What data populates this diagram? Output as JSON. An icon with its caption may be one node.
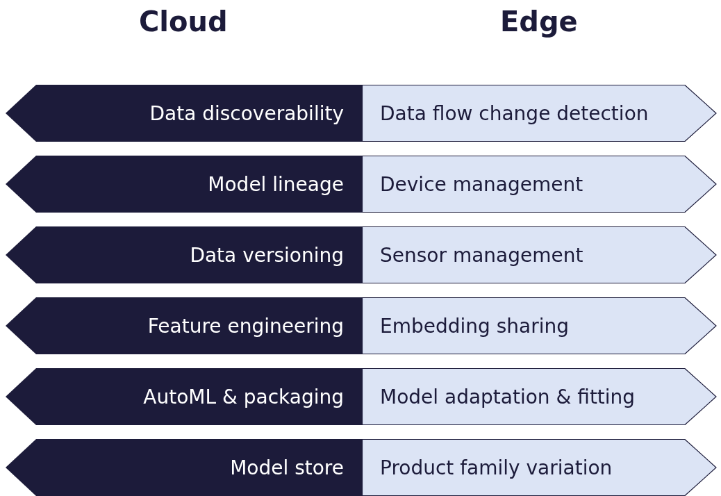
{
  "diagram": {
    "nodes": [
      {
        "text": [
          "Data discoverability"
        ]
      },
      {
        "text": [
          "Data flow change detection"
        ]
      },
      {
        "text": [
          "Model lineage"
        ]
      },
      {
        "text": [
          "Device management"
        ]
      },
      {
        "text": [
          "Data versioning"
        ]
      },
      {
        "text": [
          "Sensor management"
        ]
      },
      {
        "text": [
          "Feature engineering"
        ]
      },
      {
        "text": [
          "Embedding sharing"
        ]
      },
      {
        "text": [
          "AutoML & packaging"
        ]
      },
      {
        "text": [
          "Model adaptation & fitting"
        ]
      },
      {
        "text": [
          "Model store"
        ]
      },
      {
        "text": [
          "Product family variation"
        ]
      }
    ],
    "labels": [
      "Cloud",
      "Edge"
    ]
  }
}
